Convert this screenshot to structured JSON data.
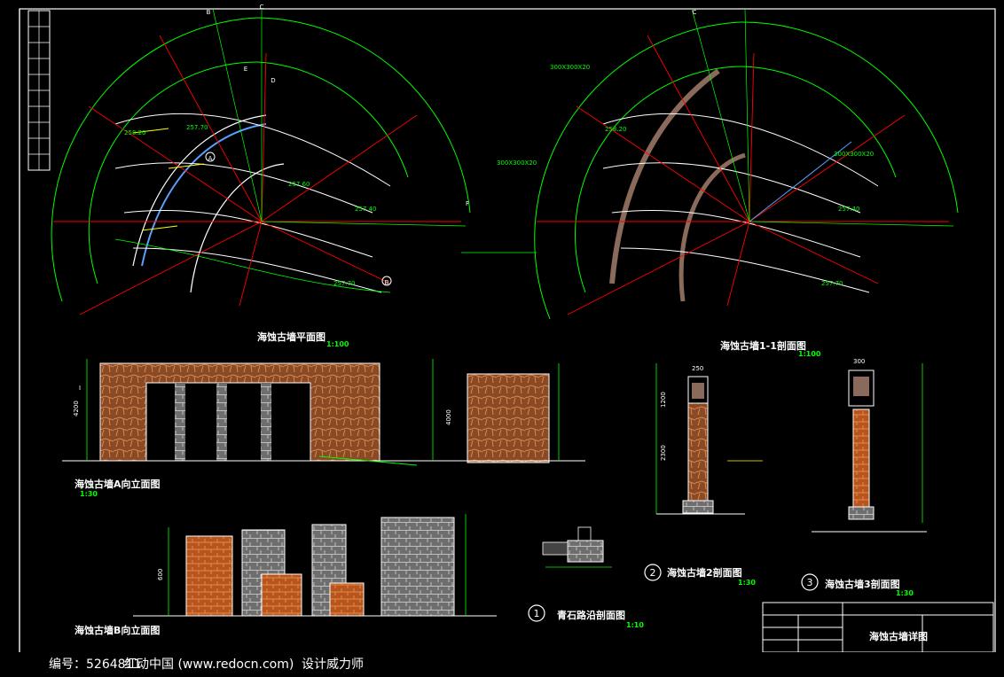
{
  "drawing": {
    "plan_title": "海蚀古墙平面图",
    "plan_scale": "1:100",
    "section11_title": "海蚀古墙1-1剖面图",
    "section11_scale": "1:100",
    "elevA_title": "海蚀古墙A向立面图",
    "elevA_scale": "1:30",
    "elevB_title": "海蚀古墙B向立面图",
    "paving_num": "1",
    "paving_title": "青石路沿剖面图",
    "paving_scale": "1:10",
    "sec2_num": "2",
    "sec2_title": "海蚀古墙2剖面图",
    "sec2_scale": "1:30",
    "sec3_num": "3",
    "sec3_title": "海蚀古墙3剖面图",
    "sec3_scale": "1:30",
    "titleblock_name": "海蚀古墙详图",
    "elev_labels": [
      "257.70",
      "258.20",
      "257.60",
      "257.40",
      "257.70",
      "258.20",
      "257.40",
      "257.70"
    ],
    "dim_labels": [
      "4200",
      "4000",
      "1200",
      "2300",
      "250",
      "300",
      "600"
    ],
    "grid_marks": [
      "B",
      "C",
      "D",
      "E",
      "F",
      "I",
      "A",
      "B",
      "C"
    ],
    "callouts": [
      "300X300X20",
      "300X300X20",
      "300X300X20"
    ]
  },
  "colors": {
    "background": "#000000",
    "frame": "#ffffff",
    "green": "#00ff00",
    "red": "#ff0000",
    "yellow": "#ffff00",
    "cyan": "#00ffff",
    "white": "#ffffff",
    "brick": "#c86428",
    "stone": "#9a9a9a"
  },
  "footer": {
    "code_label": "编号：5264811",
    "site_label": "红动中国 (www.redocn.com)",
    "slogan": "设计威力师"
  }
}
